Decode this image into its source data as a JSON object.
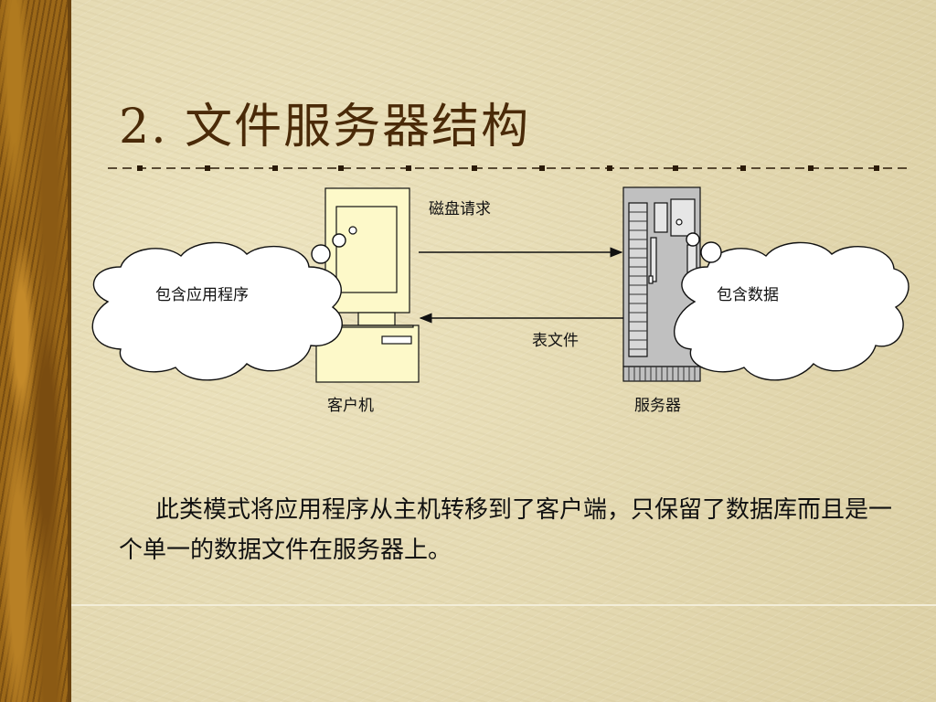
{
  "slide": {
    "title": "2.  文件服务器结构",
    "body": "此类模式将应用程序从主机转移到了客户端，只保留了数据库而且是一个单一的数据文件在服务器上。"
  },
  "diagram": {
    "client_label": "客户机",
    "server_label": "服务器",
    "client_cloud_label": "包含应用程序",
    "server_cloud_label": "包含数据",
    "request_arrow_label": "磁盘请求",
    "response_arrow_label": "表文件"
  },
  "colors": {
    "background": "#e8dfb8",
    "title": "#4a2a08",
    "client_computer": "#fdf9c9",
    "server_cabinet": "#c0c0c0",
    "cloud_fill": "#ffffff",
    "sidebar": "#9c6818"
  },
  "icons": [
    "client-computer-icon",
    "server-cabinet-icon",
    "cloud-shape"
  ]
}
